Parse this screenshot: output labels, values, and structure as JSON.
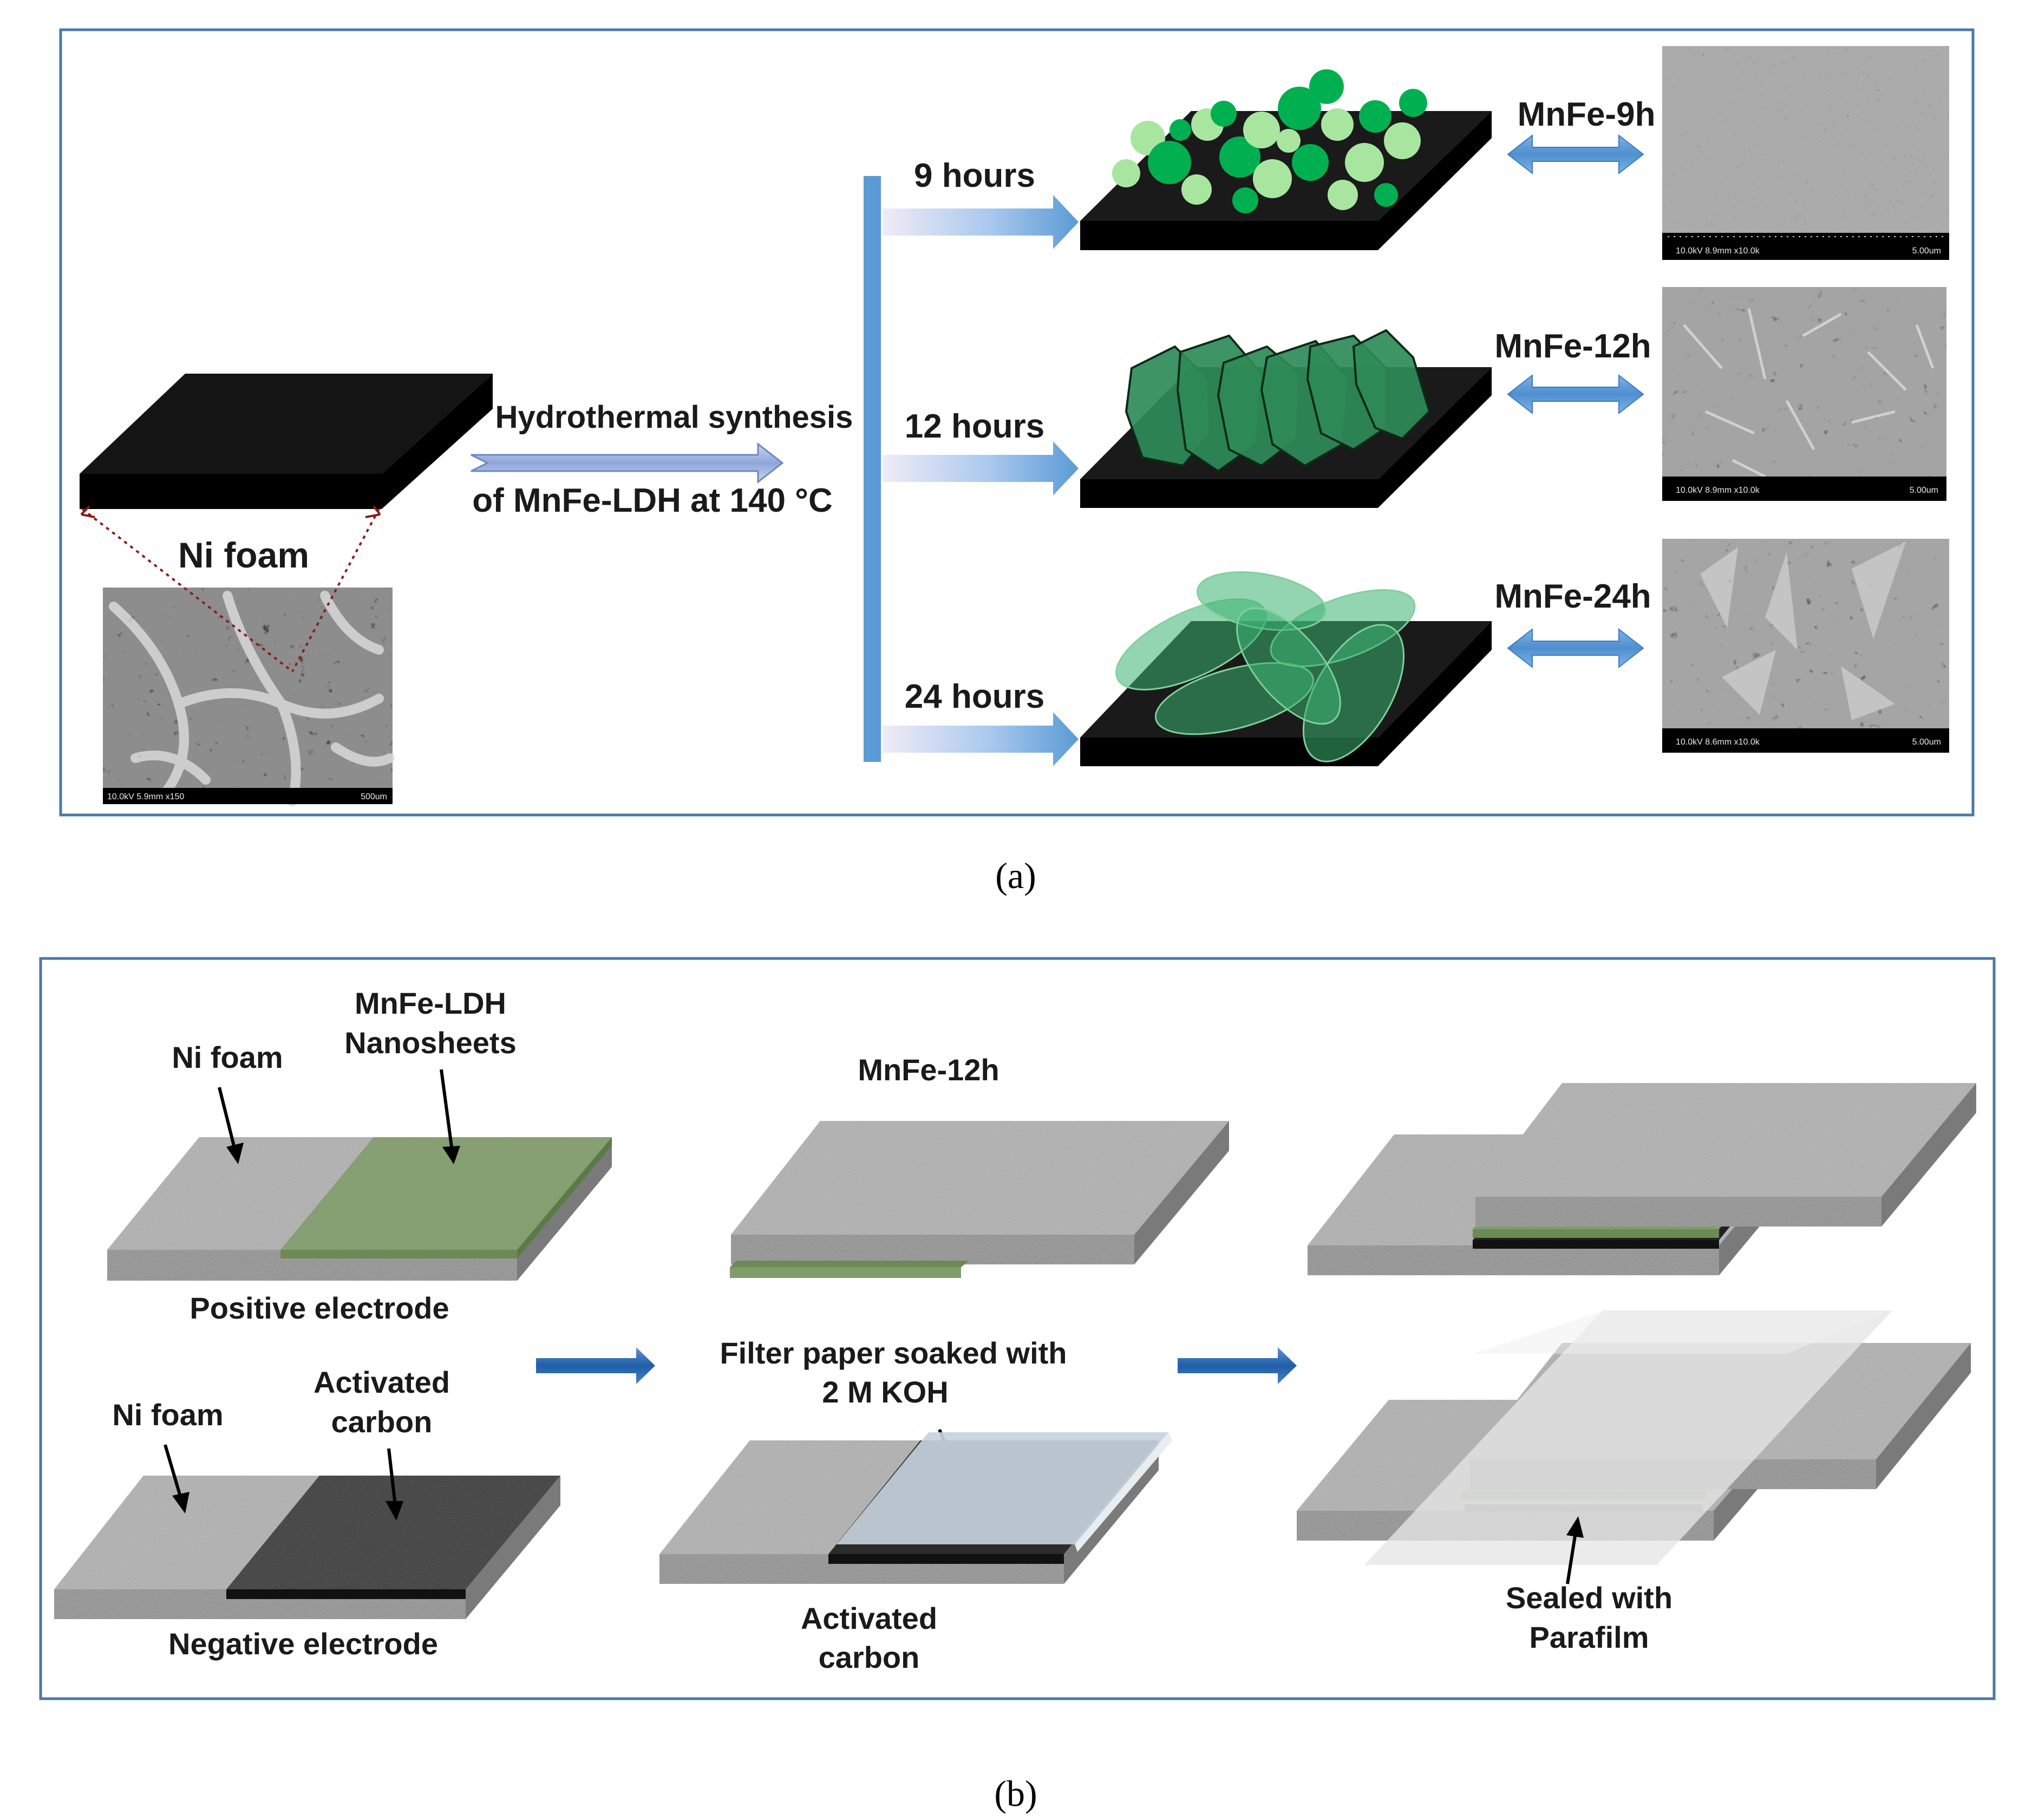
{
  "panel_a": {
    "substrate_label": "Ni foam",
    "process_line1": "Hydrothermal synthesis",
    "process_line2": "of MnFe-LDH at 140 °C",
    "time_labels": [
      "9 hours",
      "12 hours",
      "24 hours"
    ],
    "sample_labels": [
      "MnFe-9h",
      "MnFe-12h",
      "MnFe-24h"
    ],
    "sem_scale_text": [
      "10.0kV 8.9mm x10.0k",
      "10.0kV 8.9mm x10.0k",
      "10.0kV 8.6mm x10.0k"
    ],
    "sem_scale_value": [
      "5.00um",
      "5.00um",
      "5.00um"
    ],
    "foam_sem_scale_text": "10.0kV 5.9mm x150",
    "foam_sem_scale_value": "500um",
    "caption": "(a)"
  },
  "panel_b": {
    "positive_foam_label": "Ni foam",
    "positive_coating_line1": "MnFe-LDH",
    "positive_coating_line2": "Nanosheets",
    "positive_label": "Positive electrode",
    "negative_foam_label": "Ni foam",
    "negative_coating_line1": "Activated",
    "negative_coating_line2": "carbon",
    "negative_label": "Negative electrode",
    "middle_top_label": "MnFe-12h",
    "filter_line1": "Filter paper soaked with",
    "filter_line2": "2 M KOH",
    "middle_bottom_line1": "Activated",
    "middle_bottom_line2": "carbon",
    "sealed_line1": "Sealed with",
    "sealed_line2": "Parafilm",
    "caption": "(b)"
  },
  "colors": {
    "frame": "#4a78a8",
    "arrow_blue": "#5b9bd5",
    "lavender_arrow": "#8fa6d8",
    "dark_arrow": "#2e6db4",
    "plate": "#111111",
    "nanosheet_green": "#2e8b57",
    "coating_green": "#7f9c6a",
    "activated_carbon": "#3a3a3a"
  }
}
